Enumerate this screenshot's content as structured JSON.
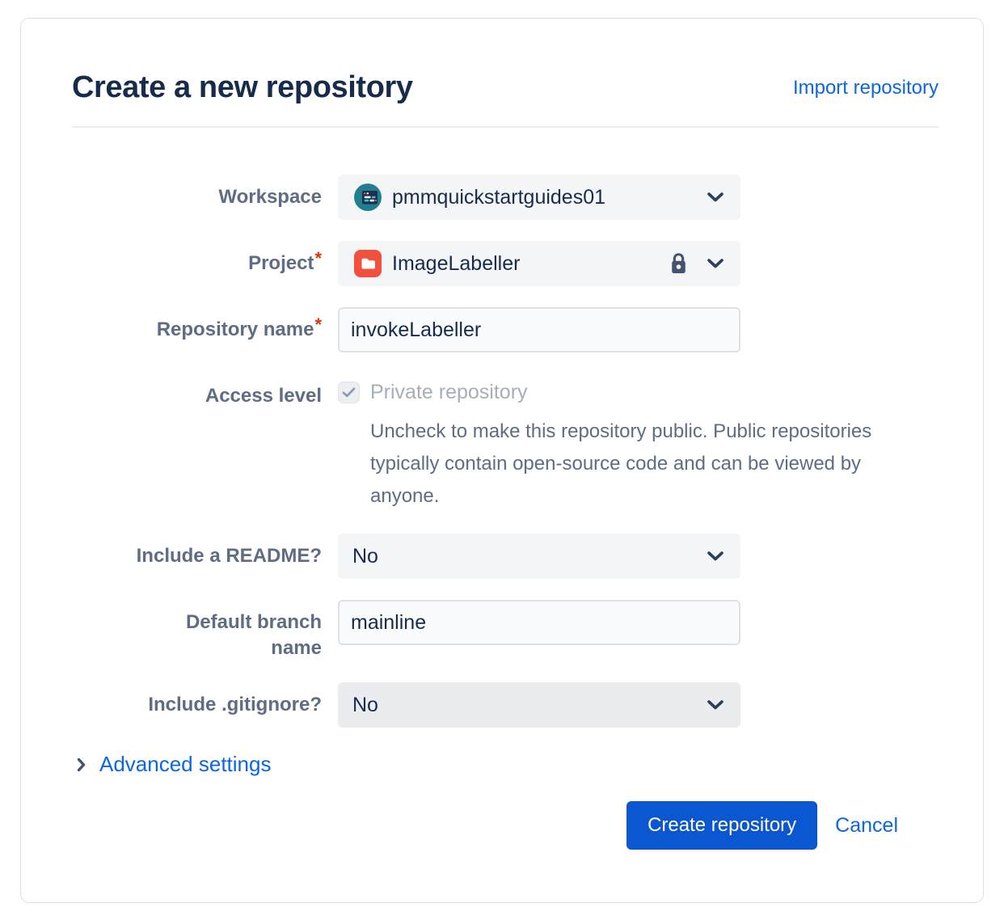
{
  "dialog": {
    "title": "Create a new repository",
    "import_link": "Import repository",
    "required_marker": "*",
    "form": {
      "workspace": {
        "label": "Workspace",
        "value": "pmmquickstartguides01"
      },
      "project": {
        "label": "Project",
        "value": "ImageLabeller"
      },
      "repository_name": {
        "label": "Repository name",
        "value": "invokeLabeller"
      },
      "access_level": {
        "label": "Access level",
        "checkbox_label": "Private repository",
        "checkbox_state": "checked-disabled",
        "help_text": "Uncheck to make this repository public. Public repositories typically contain open-source code and can be viewed by anyone."
      },
      "include_readme": {
        "label": "Include a README?",
        "value": "No"
      },
      "default_branch": {
        "label": "Default branch name",
        "value": "mainline"
      },
      "include_gitignore": {
        "label": "Include .gitignore?",
        "value": "No"
      },
      "advanced_settings_label": "Advanced settings"
    },
    "actions": {
      "create_label": "Create repository",
      "cancel_label": "Cancel"
    },
    "icons": {
      "workspace_avatar": "workspace-avatar",
      "project_avatar": "folder-icon",
      "private_project": "lock-icon",
      "select_indicator": "chevron-down-icon",
      "advanced_indicator": "chevron-right-icon",
      "checkbox_mark": "check-icon"
    },
    "colors": {
      "title_text": "#172B4D",
      "label_text": "#5E6C84",
      "link_blue": "#0C66E4",
      "primary_button_blue": "#0B57D2",
      "required_red": "#DE350B",
      "select_background": "#F4F5F7",
      "input_border": "#DFE1E6",
      "disabled_text": "#A5AEBE",
      "workspace_avatar_teal": "#1F7F8F",
      "project_avatar_red": "#F2503F"
    }
  }
}
